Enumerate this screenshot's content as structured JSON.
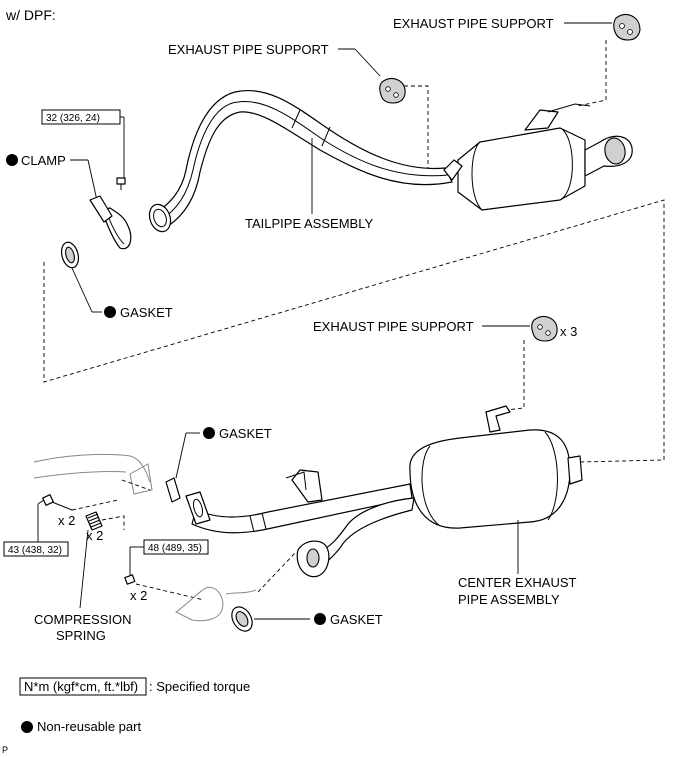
{
  "header": {
    "title": "w/ DPF:"
  },
  "labels": {
    "exhaust_pipe_support_top": "EXHAUST PIPE SUPPORT",
    "exhaust_pipe_support_mid": "EXHAUST PIPE SUPPORT",
    "exhaust_pipe_support_lower": "EXHAUST PIPE SUPPORT",
    "support_qty": "x 3",
    "clamp": "CLAMP",
    "gasket_upper": "GASKET",
    "gasket_mid": "GASKET",
    "gasket_lower": "GASKET",
    "tailpipe_assembly": "TAILPIPE ASSEMBLY",
    "center_exhaust_line1": "CENTER EXHAUST",
    "center_exhaust_line2": "PIPE ASSEMBLY",
    "compression_spring_line1": "COMPRESSION",
    "compression_spring_line2": "SPRING",
    "qty_bolt": "x 2",
    "qty_spring": "x 2",
    "qty_nut": "x 2"
  },
  "torque": {
    "clamp_bolt": "32 (326, 24)",
    "flange_bolt": "43 (438, 32)",
    "front_nut": "48 (489, 35)"
  },
  "legend": {
    "torque_unit": "N*m (kgf*cm, ft.*lbf)",
    "torque_desc": ": Specified torque",
    "nonreusable_desc": "Non-reusable part"
  },
  "footer": {
    "code": "P"
  },
  "colors": {
    "line": "#000000",
    "shade": "#d0d0d0",
    "background": "#ffffff"
  },
  "icons": {
    "nonreusable_marker": "filled-circle"
  }
}
